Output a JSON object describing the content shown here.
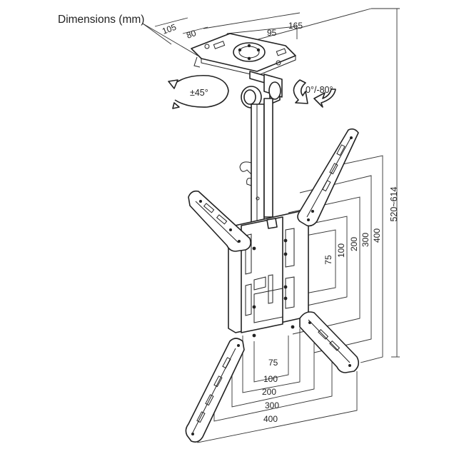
{
  "title": "Dimensions (mm)",
  "rotation": {
    "swivel": "±45°",
    "tilt": "0°/-80°"
  },
  "mount_plate": {
    "d105": "105",
    "d80": "80",
    "d95": "95",
    "d165": "165"
  },
  "height_range": "520~614",
  "vesa_vertical": [
    "75",
    "100",
    "200",
    "300",
    "400"
  ],
  "vesa_horizontal": [
    "75",
    "100",
    "200",
    "300",
    "400"
  ]
}
